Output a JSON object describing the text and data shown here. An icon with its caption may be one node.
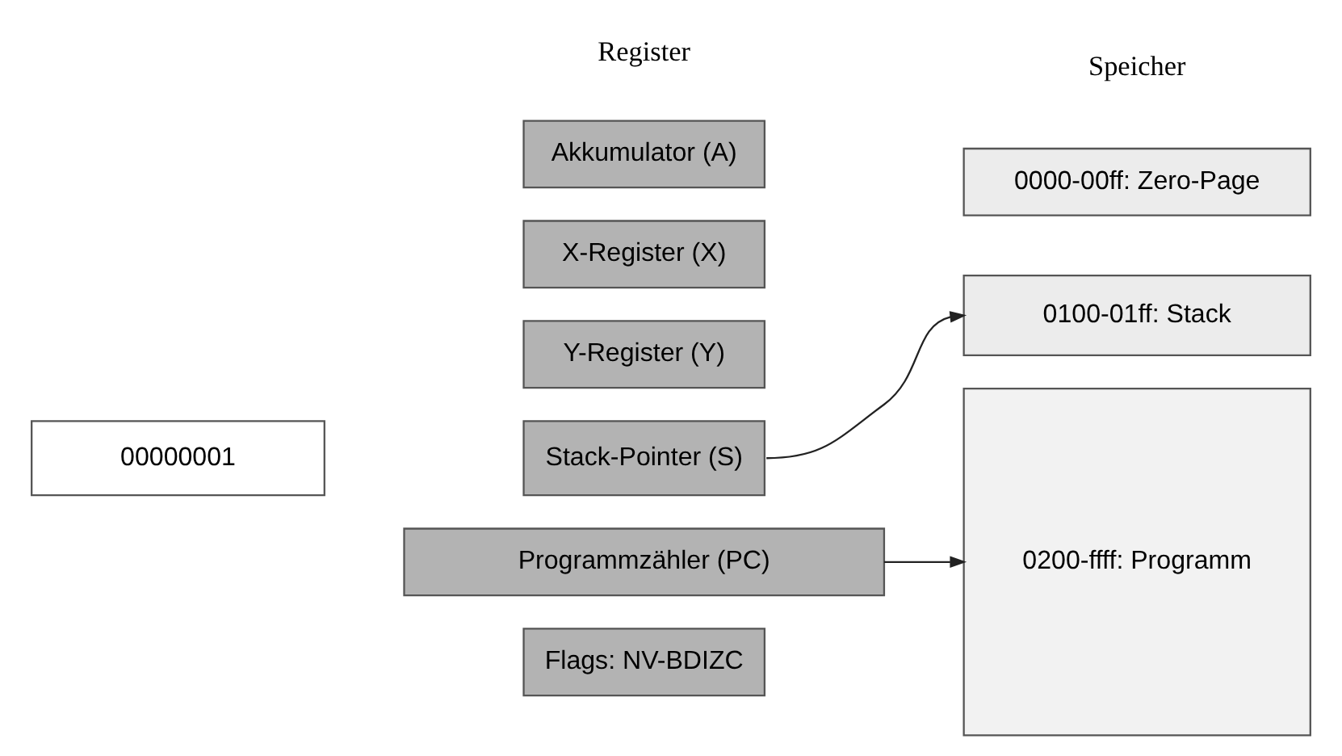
{
  "diagram": {
    "nodes": [
      {
        "text": [
          "Akkumulator (A)"
        ]
      },
      {
        "text": [
          "X-Register (X)"
        ]
      },
      {
        "text": [
          "Y-Register (Y)"
        ]
      },
      {
        "text": [
          "00000001"
        ]
      },
      {
        "text": [
          "Stack-Pointer (S)"
        ]
      },
      {
        "text": [
          "Programmzähler (PC)"
        ]
      },
      {
        "text": [
          "Flags: NV-BDIZC"
        ]
      },
      {
        "text": [
          "0000-00ff: Zero-Page"
        ]
      },
      {
        "text": [
          "0100-01ff: Stack"
        ]
      },
      {
        "text": [
          "0200-ffff: Programm"
        ]
      }
    ],
    "edges": [
      {
        "from": 4,
        "to": 8,
        "arrow": "to"
      },
      {
        "from": 5,
        "to": 9,
        "arrow": "to"
      }
    ],
    "labels": [
      "Register",
      "Speicher"
    ]
  }
}
